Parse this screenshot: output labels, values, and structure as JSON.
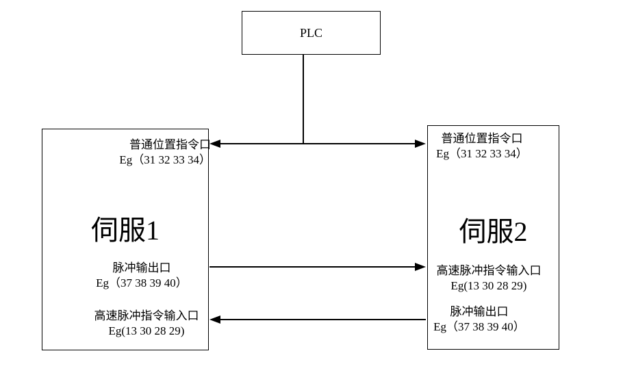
{
  "colors": {
    "line": "#000000",
    "background": "#ffffff",
    "text": "#000000"
  },
  "plc": {
    "label": "PLC"
  },
  "servo1": {
    "title": "伺服1",
    "ports": [
      {
        "name": "普通位置指令口",
        "pins": "Eg（31 32 33 34）"
      },
      {
        "name": "脉冲输出口",
        "pins": "Eg（37 38 39 40）"
      },
      {
        "name": "高速脉冲指令输入口",
        "pins": "Eg(13 30 28 29)"
      }
    ]
  },
  "servo2": {
    "title": "伺服2",
    "ports": [
      {
        "name": "普通位置指令口",
        "pins": "Eg（31 32 33 34）"
      },
      {
        "name": "高速脉冲指令输入口",
        "pins": "Eg(13 30 28 29)"
      },
      {
        "name": "脉冲输出口",
        "pins": "Eg（37 38 39 40）"
      }
    ]
  }
}
